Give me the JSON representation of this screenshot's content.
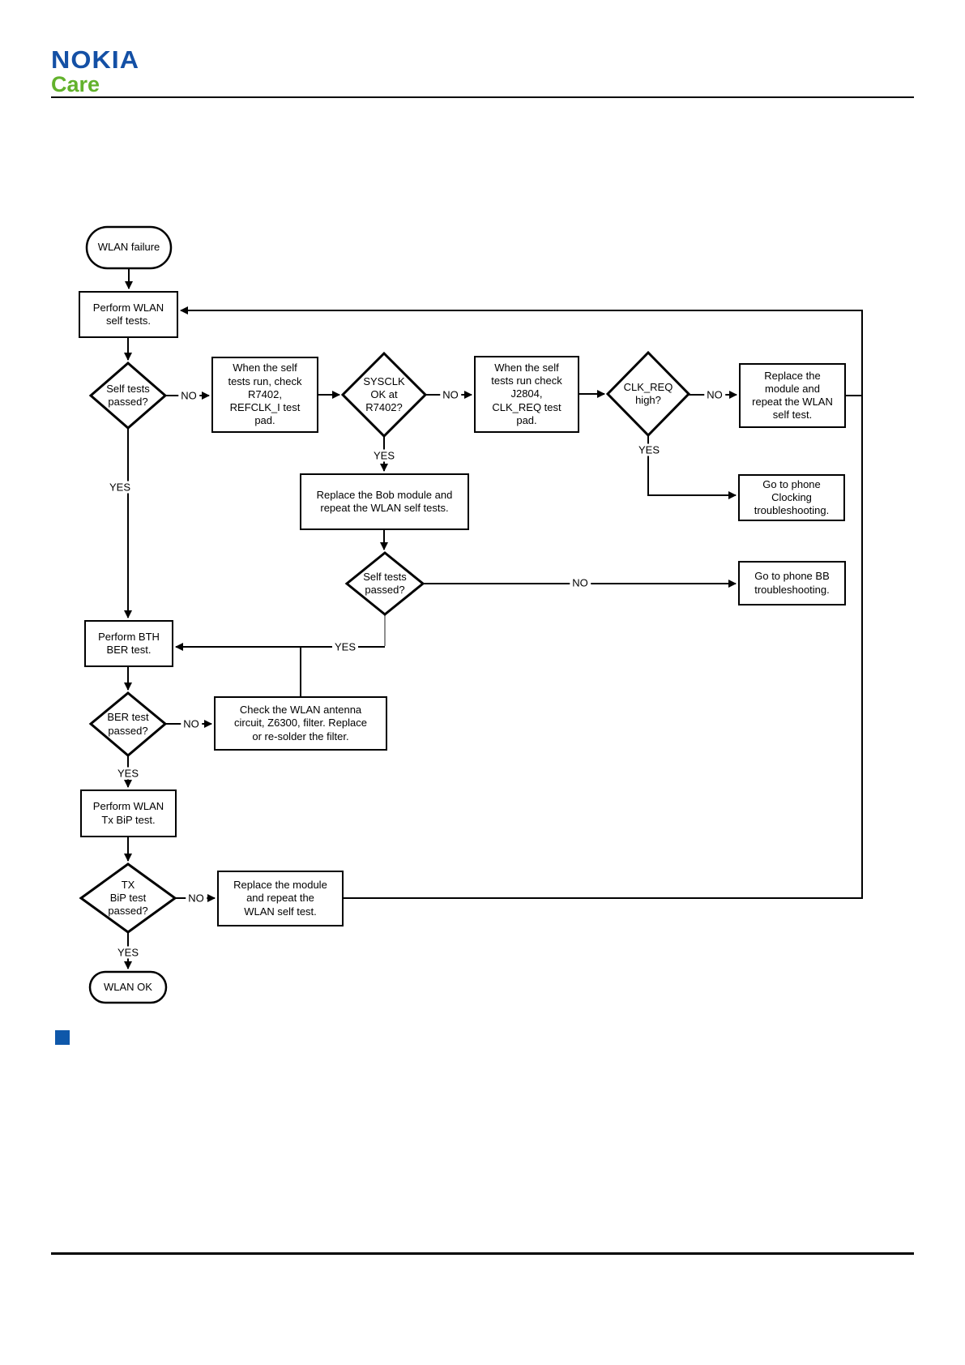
{
  "header": {
    "brand_line1": "NOKIA",
    "brand_line2": "Care"
  },
  "colors": {
    "nokia_blue": "#1450a5",
    "care_green": "#62b22c",
    "flow_line_black": "#000000",
    "flow_line_grey": "#8f8f8f",
    "legend_square_blue": "#0f58aa"
  },
  "flowchart": {
    "nodes": {
      "start": "WLAN failure",
      "perform_self_tests": "Perform WLAN\nself tests.",
      "self_tests_passed_1": "Self tests\npassed?",
      "check_r7402": "When the self\ntests run, check\nR7402,\nREFCLK_I test\npad.",
      "sysclk_ok": "SYSCLK\nOK at\nR7402?",
      "check_j2804": "When the self\ntests run check\nJ2804,\nCLK_REQ test\npad.",
      "clk_req_high": "CLK_REQ\nhigh?",
      "replace_module_top": "Replace the\nmodule and\nrepeat the WLAN\nself test.",
      "goto_clocking": "Go to phone\nClocking\ntroubleshooting.",
      "replace_bob": "Replace the Bob module and\nrepeat the WLAN self tests.",
      "self_tests_passed_2": "Self tests\npassed?",
      "goto_bb": "Go to phone BB\ntroubleshooting.",
      "perform_bth_ber": "Perform BTH\nBER test.",
      "ber_test_passed": "BER test\npassed?",
      "check_antenna": "Check the WLAN antenna\ncircuit, Z6300, filter. Replace\nor re-solder the filter.",
      "perform_tx_bip": "Perform WLAN\nTx BiP test.",
      "tx_bip_passed": "TX\nBiP test\npassed?",
      "replace_module_bottom": "Replace the module\nand repeat the\nWLAN self test.",
      "end": "WLAN OK"
    },
    "labels": {
      "no": "NO",
      "yes": "YES"
    }
  }
}
